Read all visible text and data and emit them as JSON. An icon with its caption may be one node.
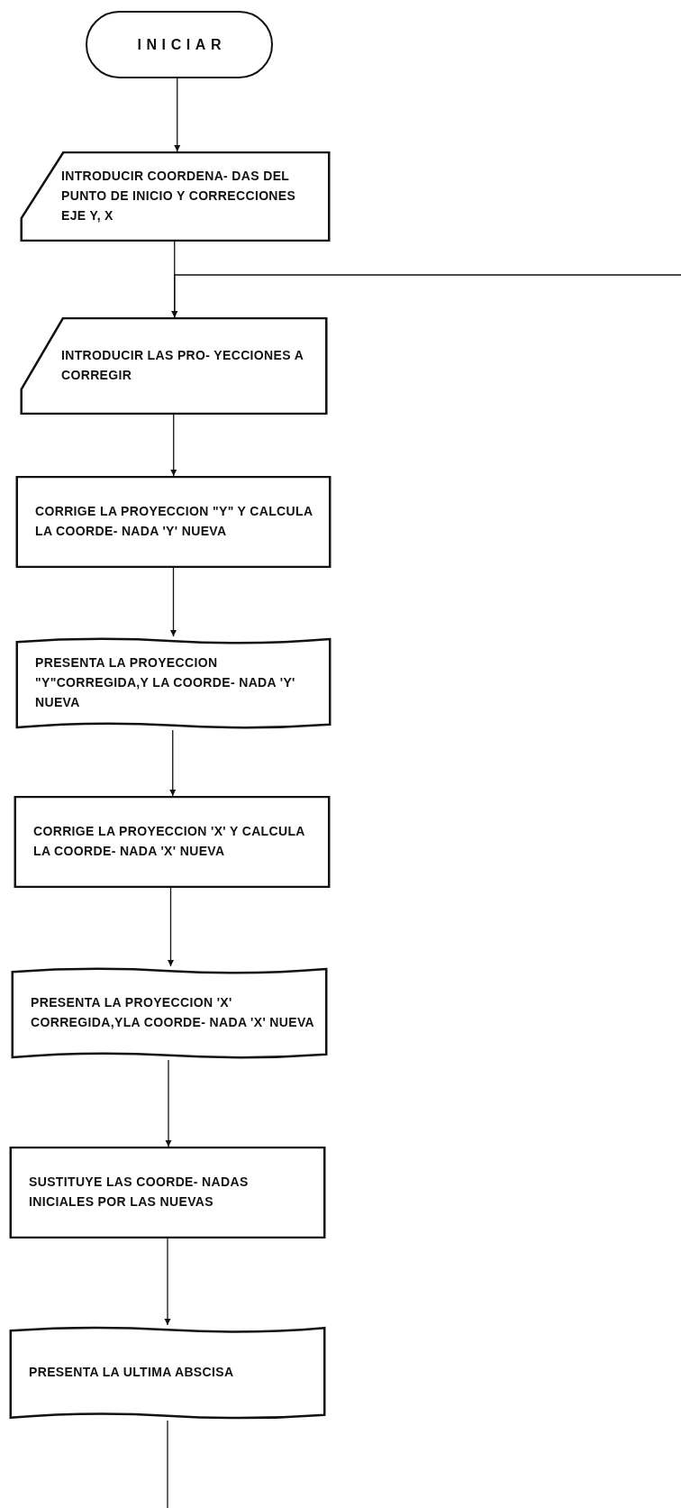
{
  "diagram": {
    "nodes": [
      {
        "text": [
          "INICIAR"
        ]
      },
      {
        "text": [
          "INTRODUCIR COORDENA- DAS DEL PUNTO DE INICIO Y CORRECCIONES EJE Y, X"
        ]
      },
      {
        "text": [
          "INTRODUCIR LAS PRO- YECCIONES A CORREGIR"
        ]
      },
      {
        "text": [
          "CORRIGE LA PROYECCION \"Y\" Y CALCULA LA COORDE- NADA 'Y' NUEVA"
        ]
      },
      {
        "text": [
          "PRESENTA LA PROYECCION \"Y\"CORREGIDA,Y LA COORDE- NADA 'Y' NUEVA"
        ]
      },
      {
        "text": [
          "CORRIGE LA PROYECCION 'X' Y CALCULA LA COORDE- NADA 'X' NUEVA"
        ]
      },
      {
        "text": [
          "PRESENTA LA PROYECCION 'X' CORREGIDA,YLA COORDE- NADA 'X' NUEVA"
        ]
      },
      {
        "text": [
          "SUSTITUYE LAS COORDE- NADAS INICIALES POR LAS NUEVAS"
        ]
      },
      {
        "text": [
          "PRESENTA LA ULTIMA ABSCISA"
        ]
      }
    ],
    "edges": [
      {
        "from": 0,
        "to": 1,
        "arrow": "to"
      },
      {
        "from": 1,
        "to": 2,
        "arrow": "to"
      },
      {
        "from": null,
        "to": 2,
        "arrow": "to"
      },
      {
        "from": 2,
        "to": 3,
        "arrow": "to"
      },
      {
        "from": 3,
        "to": 4,
        "arrow": "to"
      },
      {
        "from": 4,
        "to": 5,
        "arrow": "to"
      },
      {
        "from": 5,
        "to": 6,
        "arrow": "to"
      },
      {
        "from": 6,
        "to": 7,
        "arrow": "to"
      },
      {
        "from": 7,
        "to": 8,
        "arrow": "to"
      },
      {
        "from": 8,
        "to": null,
        "arrow": "none"
      }
    ]
  }
}
